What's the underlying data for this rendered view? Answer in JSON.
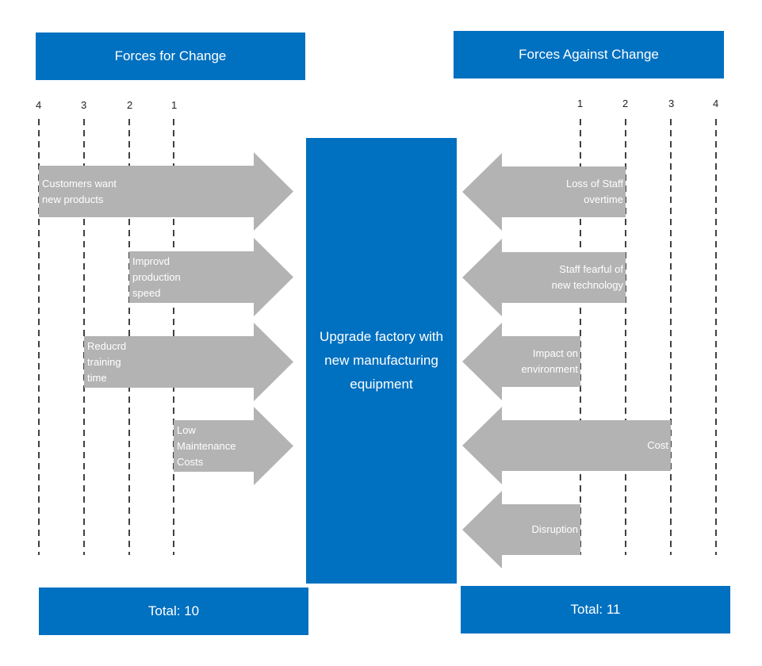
{
  "header": {
    "for_title": "Forces for Change",
    "against_title": "Forces Against Change"
  },
  "center": {
    "text": "Upgrade factory with new manufacturing equipment"
  },
  "scale": {
    "left_ticks": [
      "4",
      "3",
      "2",
      "1"
    ],
    "right_ticks": [
      "1",
      "2",
      "3",
      "4"
    ]
  },
  "forces_for": [
    {
      "label": "Customers want\nnew products",
      "strength": 4
    },
    {
      "label": "Improvd\nproduction\nspeed",
      "strength": 2
    },
    {
      "label": "Reducrd\ntraining\ntime",
      "strength": 3
    },
    {
      "label": "Low\nMaintenance\nCosts",
      "strength": 1
    }
  ],
  "forces_against": [
    {
      "label": "Loss of Staff\novertime",
      "strength": 2
    },
    {
      "label": "Staff fearful of\nnew technology",
      "strength": 2
    },
    {
      "label": "Impact on\nenvironment",
      "strength": 1
    },
    {
      "label": "Cost",
      "strength": 3
    },
    {
      "label": "Disruption",
      "strength": 1
    }
  ],
  "totals": {
    "for_label": "Total: 10",
    "against_label": "Total: 11"
  },
  "colors": {
    "accent": "#0070c0",
    "arrow": "#b3b3b3",
    "text_on_accent": "#ffffff"
  }
}
